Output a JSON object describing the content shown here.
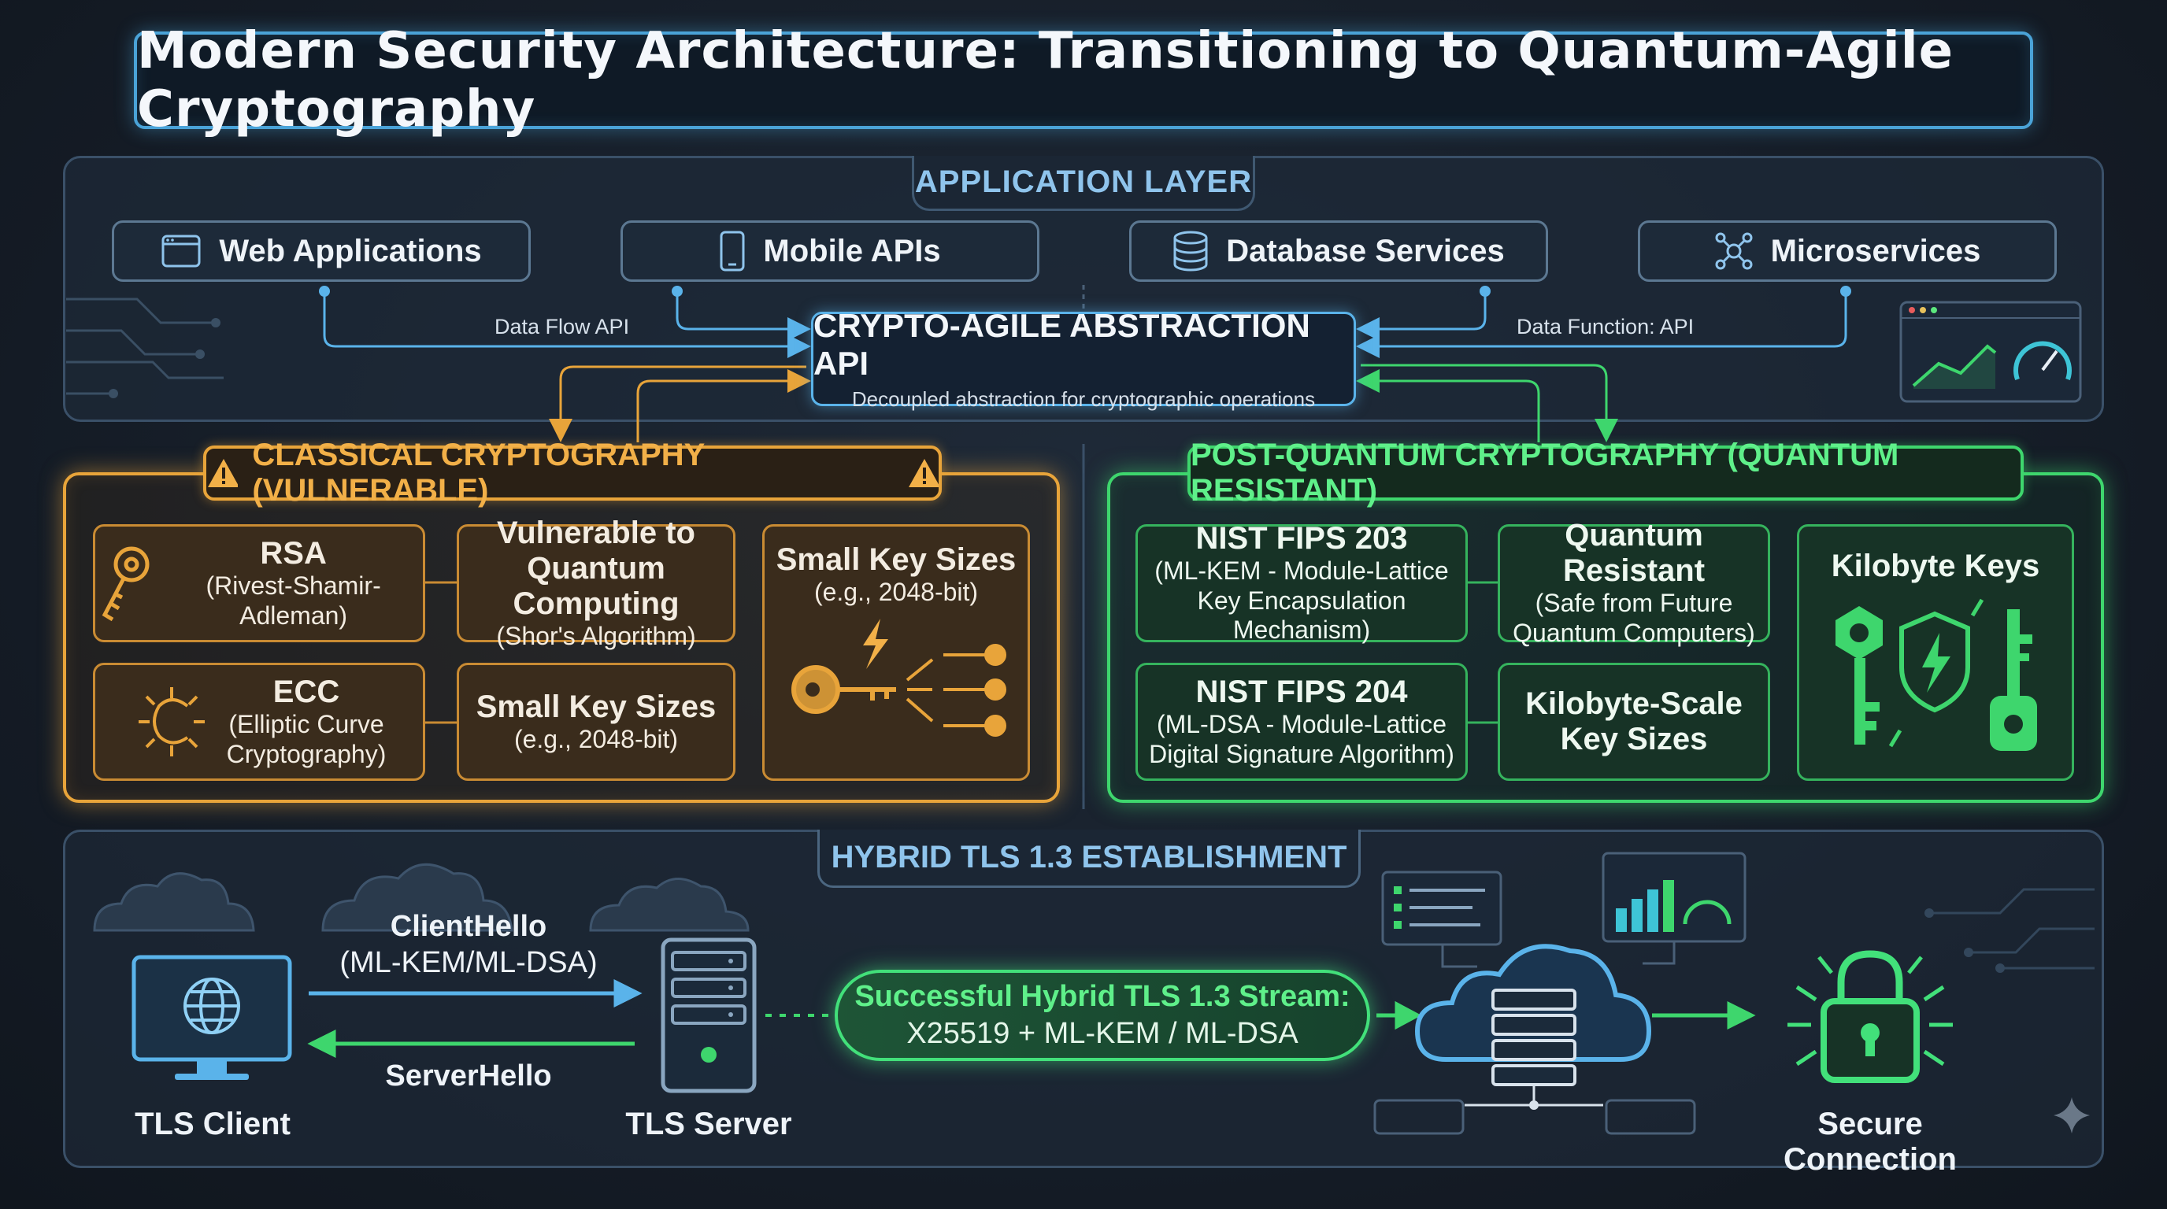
{
  "title": "Modern Security Architecture: Transitioning to Quantum-Agile Cryptography",
  "application_layer": {
    "heading": "APPLICATION LAYER",
    "services": [
      {
        "label": "Web Applications",
        "icon": "browser-window-icon"
      },
      {
        "label": "Mobile APIs",
        "icon": "mobile-phone-icon"
      },
      {
        "label": "Database Services",
        "icon": "database-icon"
      },
      {
        "label": "Microservices",
        "icon": "network-nodes-icon"
      }
    ],
    "flow_left": "Data Flow API",
    "flow_right": "Data Function: API"
  },
  "abstraction_api": {
    "title": "CRYPTO-AGILE ABSTRACTION API",
    "subtitle": "Decoupled abstraction for cryptographic operations"
  },
  "classical": {
    "heading": "CLASSICAL CRYPTOGRAPHY (VULNERABLE)",
    "rsa": {
      "title": "RSA",
      "subtitle": "(Rivest-Shamir-Adleman)"
    },
    "ecc": {
      "title": "ECC",
      "line1": "(Elliptic Curve",
      "line2": "Cryptography)"
    },
    "vulnerable": {
      "line1": "Vulnerable to",
      "line2": "Quantum Computing",
      "line3": "(Shor's Algorithm)"
    },
    "small_keys_mid": {
      "title": "Small Key Sizes",
      "subtitle": "(e.g., 2048-bit)"
    },
    "small_keys_right": {
      "title": "Small Key Sizes",
      "subtitle": "(e.g., 2048-bit)"
    },
    "color": "#e8a43a"
  },
  "post_quantum": {
    "heading": "POST-QUANTUM CRYPTOGRAPHY (QUANTUM RESISTANT)",
    "fips203": {
      "title": "NIST FIPS 203",
      "line1": "(ML-KEM - Module-Lattice",
      "line2": "Key Encapsulation Mechanism)"
    },
    "fips204": {
      "title": "NIST FIPS 204",
      "line1": "(ML-DSA - Module-Lattice",
      "line2": "Digital Signature Algorithm)"
    },
    "resistant": {
      "title": "Quantum Resistant",
      "line1": "(Safe from Future",
      "line2": "Quantum Computers)"
    },
    "kb_scale": {
      "line1": "Kilobyte-Scale",
      "line2": "Key Sizes"
    },
    "kb_keys": {
      "title": "Kilobyte Keys"
    },
    "color": "#3ed66d"
  },
  "hybrid": {
    "heading": "HYBRID TLS 1.3 ESTABLISHMENT",
    "client_label": "TLS Client",
    "server_label": "TLS Server",
    "client_hello_1": "ClientHello",
    "client_hello_2": "(ML-KEM/ML-DSA)",
    "server_hello": "ServerHello",
    "stream_line1": "Successful Hybrid TLS 1.3 Stream:",
    "stream_line2": "X25519 + ML-KEM / ML-DSA",
    "secure_label": "Secure Connection"
  }
}
